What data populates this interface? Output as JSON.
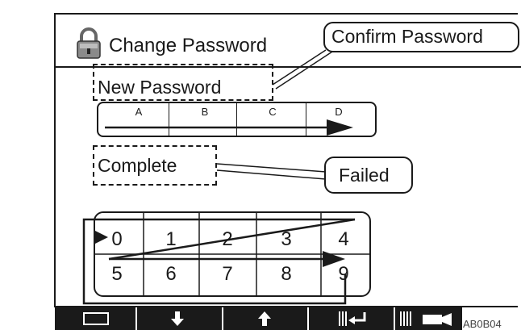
{
  "header": {
    "title": "Change Password",
    "lock_icon": "lock-icon"
  },
  "callouts": {
    "confirm_password": "Confirm Password",
    "new_password": "New Password",
    "complete": "Complete",
    "failed": "Failed"
  },
  "sequence": {
    "labels": [
      "A",
      "B",
      "C",
      "D"
    ]
  },
  "keypad": {
    "row1": [
      "0",
      "1",
      "2",
      "3",
      "4"
    ],
    "row2": [
      "5",
      "6",
      "7",
      "8",
      "9"
    ]
  },
  "softkeys": {
    "icons": [
      "back-icon",
      "down-arrow-icon",
      "up-arrow-icon",
      "enter-icon",
      "camera-icon"
    ]
  },
  "figure_label": "AB0B04"
}
